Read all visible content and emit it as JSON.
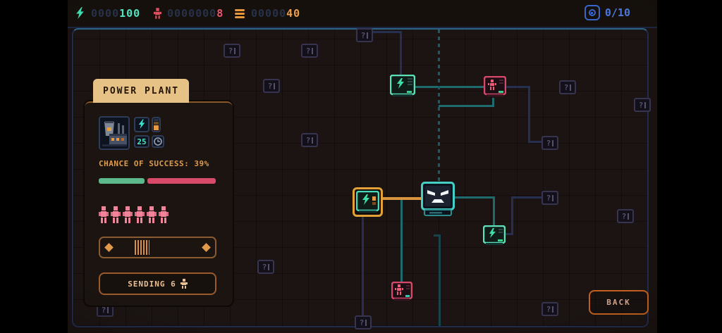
{
  "topbar": {
    "energy": {
      "zeros": "0000",
      "value": "100",
      "icon": "lightning"
    },
    "people": {
      "zeros": "0000000",
      "value": "8",
      "icon": "person"
    },
    "coins": {
      "zeros": "00000",
      "value": "40",
      "icon": "coins"
    },
    "cores": {
      "value": "0/10",
      "icon": "core-disc"
    }
  },
  "panel": {
    "title": "POWER PLANT",
    "duration": "25",
    "chance_label": "CHANCE OF SUCCESS: 39%",
    "chance_pct": 39,
    "workers": 6,
    "send_label": "SENDING 6"
  },
  "map": {
    "back_label": "BACK",
    "unknown": "?",
    "nodes": [
      {
        "id": "energy-top",
        "type": "energy",
        "state": "discovered"
      },
      {
        "id": "person-top-right",
        "type": "person",
        "state": "discovered"
      },
      {
        "id": "energy-selected",
        "type": "energy",
        "state": "selected-power-plant"
      },
      {
        "id": "boss-core",
        "type": "boss-monitor",
        "state": "discovered"
      },
      {
        "id": "energy-mid",
        "type": "energy",
        "state": "discovered"
      },
      {
        "id": "person-bottom",
        "type": "person",
        "state": "discovered"
      },
      {
        "id": "unknown-nodes",
        "type": "unknown",
        "count": 14
      }
    ]
  },
  "colors": {
    "teal": "#3fe0b4",
    "red": "#ef5570",
    "orange": "#e99b4a",
    "blue": "#4a77d9",
    "tan": "#e7c287",
    "green_bar": "#5cb98c",
    "red_bar": "#d84a6a"
  }
}
